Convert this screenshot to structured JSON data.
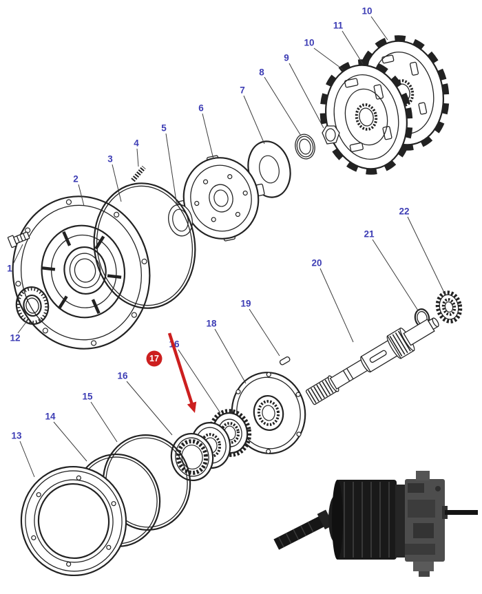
{
  "diagram": {
    "callouts": [
      {
        "label": "1"
      },
      {
        "label": "2"
      },
      {
        "label": "3"
      },
      {
        "label": "4"
      },
      {
        "label": "5"
      },
      {
        "label": "6"
      },
      {
        "label": "7"
      },
      {
        "label": "8"
      },
      {
        "label": "9"
      },
      {
        "label": "10"
      },
      {
        "label": "11"
      },
      {
        "label": "10"
      },
      {
        "label": "12"
      },
      {
        "label": "13"
      },
      {
        "label": "14"
      },
      {
        "label": "15"
      },
      {
        "label": "16"
      },
      {
        "label": "16"
      },
      {
        "label": "18"
      },
      {
        "label": "19"
      },
      {
        "label": "20"
      },
      {
        "label": "21"
      },
      {
        "label": "22"
      }
    ],
    "highlighted_callout": {
      "label": "17"
    },
    "colors": {
      "callout": "#3c3cb4",
      "highlight": "#cc1f1f",
      "line_art": "#222222",
      "background": "#ffffff"
    }
  }
}
